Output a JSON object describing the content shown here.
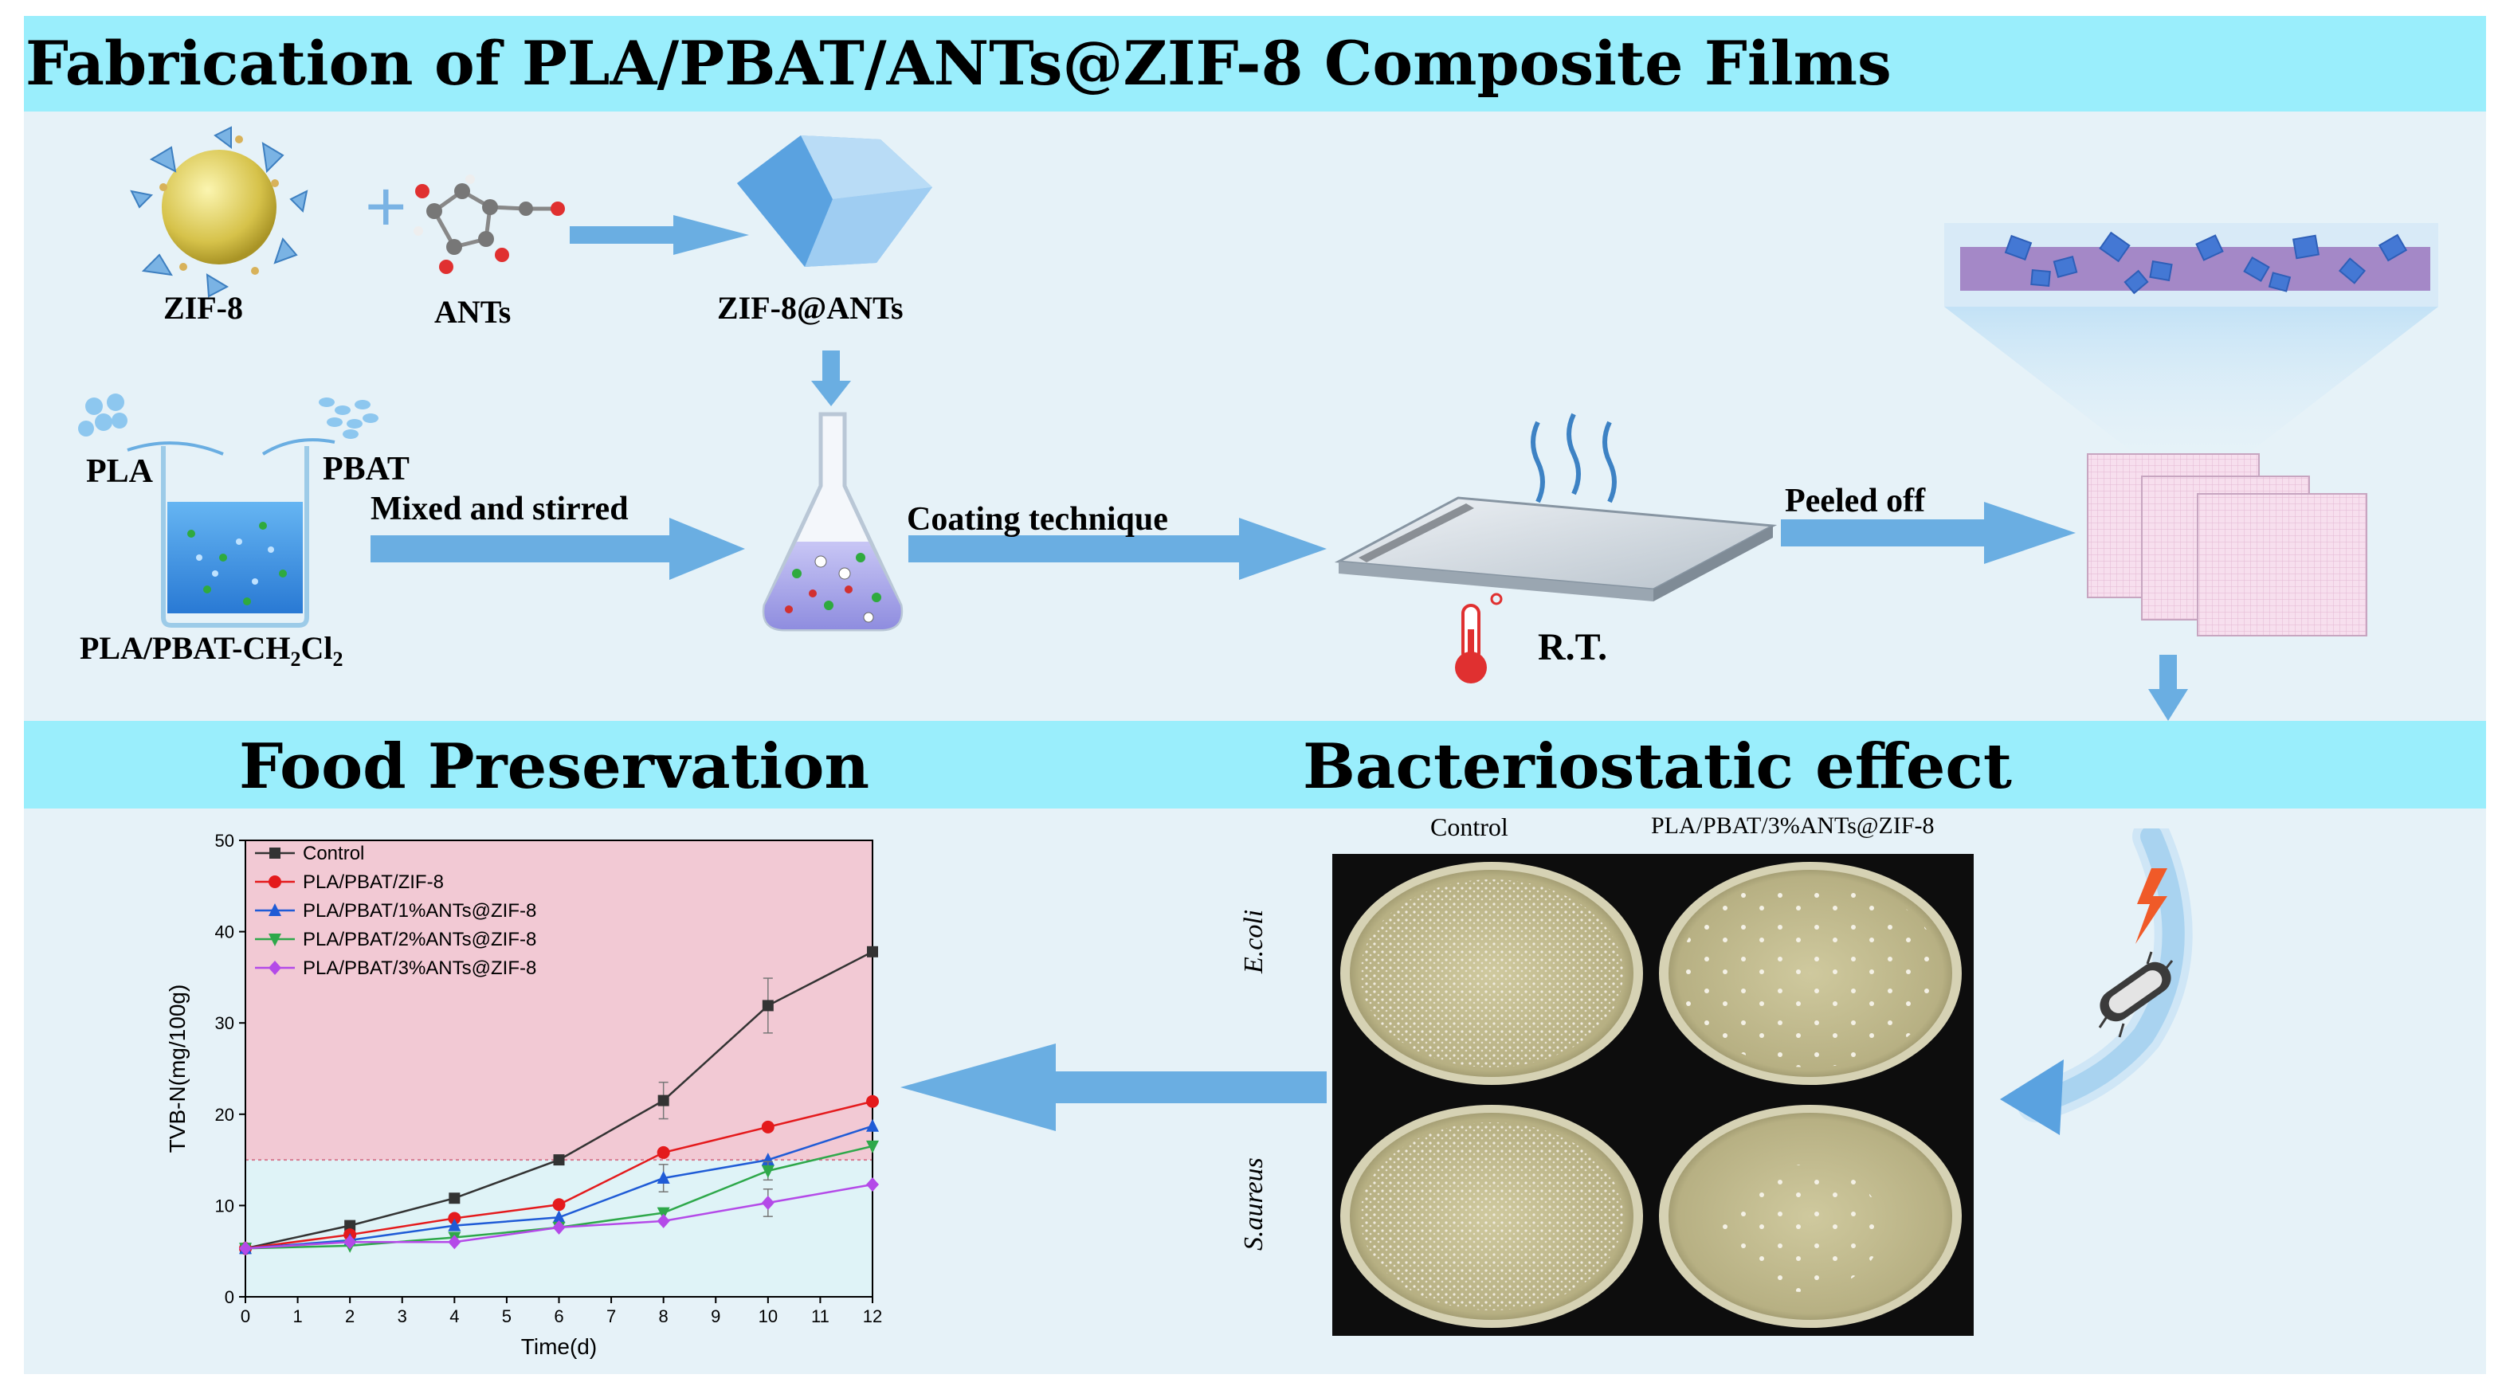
{
  "top_banner": {
    "title": "Fabrication of PLA/PBAT/ANTs@ZIF-8 Composite Films"
  },
  "fabrication": {
    "zif8": "ZIF-8",
    "plus": "+",
    "ants": "ANTs",
    "zif8_ants": "ZIF-8@ANTs",
    "pla": "PLA",
    "pbat": "PBAT",
    "solution_main": "PLA/PBAT-CH",
    "solution_sub1": "2",
    "solution_mid": "Cl",
    "solution_sub2": "2",
    "mixed": "Mixed and stirred",
    "coating": "Coating technique",
    "peeled": "Peeled off",
    "rt": "R.T."
  },
  "mid_banner": {
    "left_title": "Food Preservation",
    "right_title": "Bacteriostatic effect"
  },
  "bacteria": {
    "col_control": "Control",
    "col_treated": "PLA/PBAT/3%ANTs@ZIF-8",
    "row_ecoli": "E.coli",
    "row_saureus": "S.aureus"
  },
  "colors": {
    "banner": "#9aeefc",
    "panel": "#e6f2f8",
    "arrow": "#6aaee2",
    "control": "#333333",
    "zif8": "#e41a1c",
    "ants1": "#1f5bd6",
    "ants2": "#2ea84a",
    "ants3": "#b44ae8",
    "danger_zone": "#f2c9d4",
    "safe_zone": "#dff3f7"
  },
  "chart_data": {
    "type": "line",
    "xlabel": "Time(d)",
    "ylabel": "TVB-N(mg/100g)",
    "xlim": [
      0,
      12
    ],
    "ylim": [
      0,
      50
    ],
    "x_ticks": [
      "0",
      "1",
      "2",
      "3",
      "4",
      "5",
      "6",
      "7",
      "8",
      "9",
      "10",
      "11",
      "12"
    ],
    "y_ticks": [
      "0",
      "10",
      "20",
      "30",
      "40",
      "50"
    ],
    "threshold": 15,
    "x": [
      0,
      2,
      4,
      6,
      8,
      10,
      12
    ],
    "legend_position": "top-left",
    "series": [
      {
        "name": "Control",
        "color": "#333333",
        "marker": "square",
        "values": [
          5.3,
          7.8,
          10.8,
          15.0,
          21.5,
          31.9,
          37.8
        ],
        "errors": [
          0.3,
          0.5,
          0.5,
          0.4,
          2.0,
          3.0,
          0.5
        ]
      },
      {
        "name": "PLA/PBAT/ZIF-8",
        "color": "#e41a1c",
        "marker": "circle",
        "values": [
          5.3,
          6.8,
          8.6,
          10.1,
          15.8,
          18.6,
          21.4
        ],
        "errors": [
          0.3,
          0.4,
          0.4,
          0.4,
          0.6,
          0.5,
          0.5
        ]
      },
      {
        "name": "PLA/PBAT/1%ANTs@ZIF-8",
        "color": "#1f5bd6",
        "marker": "triangle-up",
        "values": [
          5.3,
          6.2,
          7.8,
          8.7,
          13.0,
          15.0,
          18.7
        ],
        "errors": [
          0.3,
          0.4,
          0.4,
          0.4,
          1.5,
          0.6,
          0.5
        ]
      },
      {
        "name": "PLA/PBAT/2%ANTs@ZIF-8",
        "color": "#2ea84a",
        "marker": "triangle-down",
        "values": [
          5.3,
          5.6,
          6.5,
          7.6,
          9.2,
          13.8,
          16.5
        ],
        "errors": [
          0.3,
          0.4,
          0.4,
          0.4,
          0.5,
          1.0,
          0.5
        ]
      },
      {
        "name": "PLA/PBAT/3%ANTs@ZIF-8",
        "color": "#b44ae8",
        "marker": "diamond",
        "values": [
          5.3,
          6.0,
          6.0,
          7.6,
          8.3,
          10.3,
          12.3
        ],
        "errors": [
          0.3,
          0.4,
          0.4,
          0.4,
          0.5,
          1.5,
          0.5
        ]
      }
    ]
  }
}
